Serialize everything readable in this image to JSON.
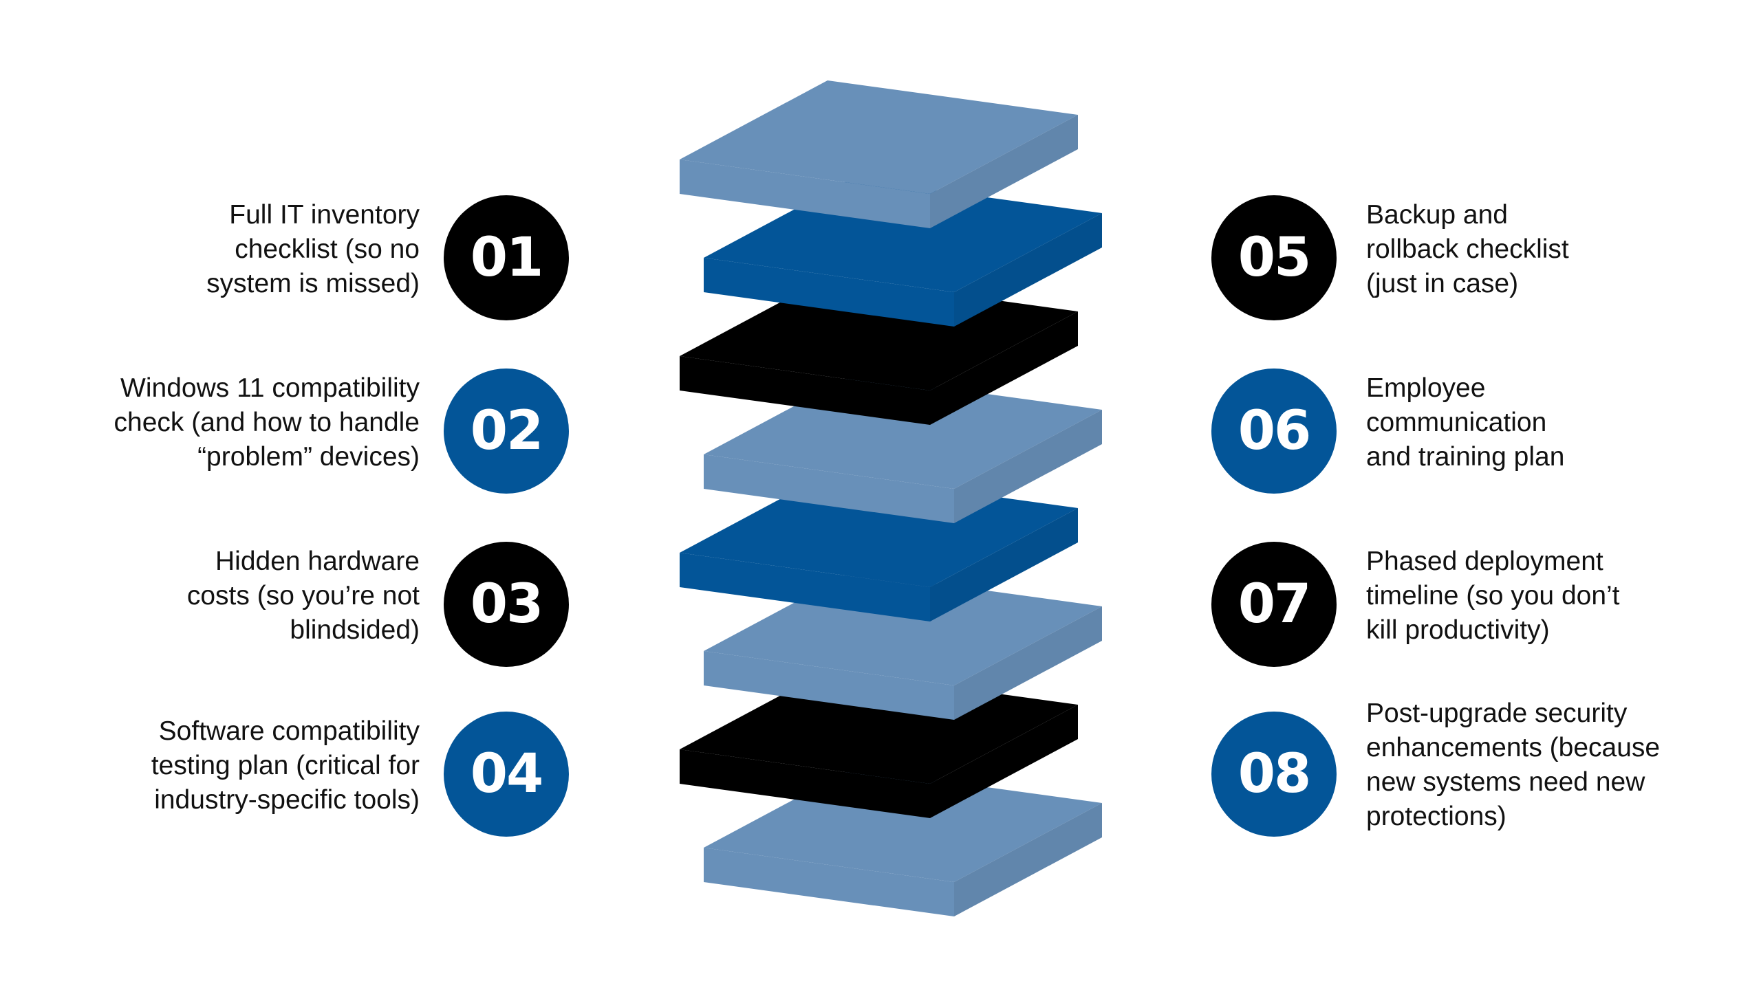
{
  "colors": {
    "light_blue": "#6890b9",
    "dark_blue": "#035598",
    "black": "#000000"
  },
  "stack": {
    "layer_colors": [
      "light_blue",
      "dark_blue",
      "black",
      "light_blue",
      "dark_blue",
      "light_blue",
      "black",
      "light_blue"
    ]
  },
  "items": [
    {
      "number": "01",
      "color": "black",
      "text": "Full IT inventory\nchecklist (so no\nsystem is missed)"
    },
    {
      "number": "02",
      "color": "dark_blue",
      "text": "Windows 11 compatibility\ncheck (and how to handle\n“problem” devices)"
    },
    {
      "number": "03",
      "color": "black",
      "text": "Hidden hardware\ncosts (so you’re not\nblindsided)"
    },
    {
      "number": "04",
      "color": "dark_blue",
      "text": "Software compatibility\ntesting plan (critical for\nindustry-specific tools)"
    },
    {
      "number": "05",
      "color": "black",
      "text": "Backup and\nrollback checklist\n(just in case)"
    },
    {
      "number": "06",
      "color": "dark_blue",
      "text": "Employee\ncommunication\nand training plan"
    },
    {
      "number": "07",
      "color": "black",
      "text": "Phased deployment\ntimeline (so you don’t\nkill productivity)"
    },
    {
      "number": "08",
      "color": "dark_blue",
      "text": "Post-upgrade security\nenhancements (because\nnew systems need new\nprotections)"
    }
  ]
}
